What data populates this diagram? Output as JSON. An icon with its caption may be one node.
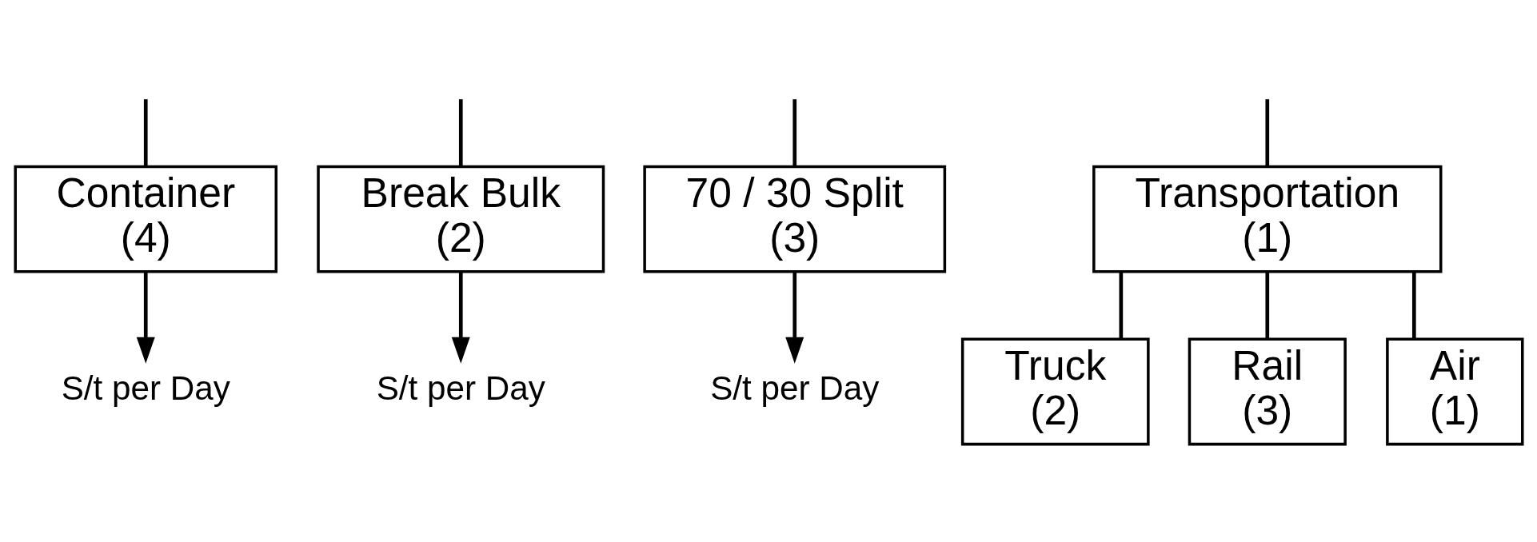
{
  "diagram": {
    "nodes": [
      {
        "text": [
          "Container",
          "(4)"
        ]
      },
      {
        "text": [
          "Break Bulk",
          "(2)"
        ]
      },
      {
        "text": [
          "70 / 30 Split",
          "(3)"
        ]
      },
      {
        "text": [
          "Transportation",
          "(1)"
        ]
      },
      {
        "text": [
          "S/t per Day"
        ]
      },
      {
        "text": [
          "S/t per Day"
        ]
      },
      {
        "text": [
          "S/t per Day"
        ]
      },
      {
        "text": [
          "Truck",
          "(2)"
        ]
      },
      {
        "text": [
          "Rail",
          "(3)"
        ]
      },
      {
        "text": [
          "Air",
          "(1)"
        ]
      }
    ],
    "edges": [
      {
        "from": null,
        "to": 0,
        "arrow": "none"
      },
      {
        "from": null,
        "to": 1,
        "arrow": "none"
      },
      {
        "from": null,
        "to": 2,
        "arrow": "none"
      },
      {
        "from": null,
        "to": 3,
        "arrow": "none"
      },
      {
        "from": 0,
        "to": 4,
        "arrow": "to"
      },
      {
        "from": 1,
        "to": 5,
        "arrow": "to"
      },
      {
        "from": 2,
        "to": 6,
        "arrow": "to"
      },
      {
        "from": 3,
        "to": 7,
        "arrow": "none"
      },
      {
        "from": 3,
        "to": 8,
        "arrow": "none"
      },
      {
        "from": 3,
        "to": 9,
        "arrow": "none"
      }
    ]
  }
}
